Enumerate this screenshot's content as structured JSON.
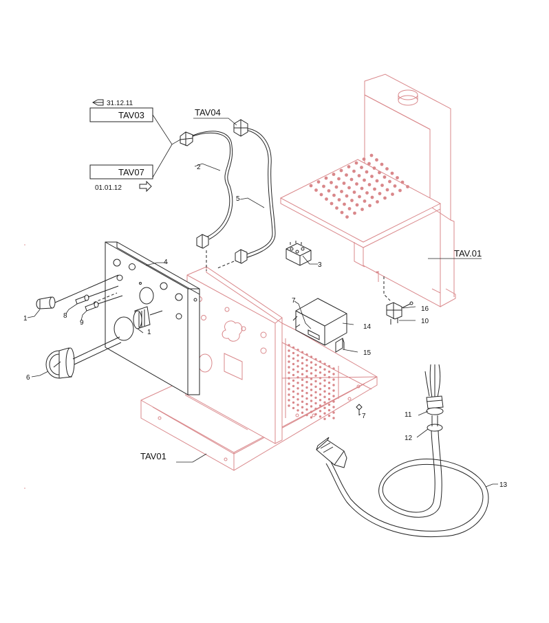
{
  "references": {
    "tav03": "TAV03",
    "tav07": "TAV07",
    "tav04": "TAV04",
    "tav01_frame": "TAV01",
    "tav01_panel": "TAV.01"
  },
  "dates": {
    "before": "31.12.11",
    "after": "01.01.12"
  },
  "parts": {
    "p1a": "1",
    "p1b": "1",
    "p2": "2",
    "p3": "3",
    "p4": "4",
    "p5": "5",
    "p6": "6",
    "p7a": "7",
    "p7b": "7",
    "p8": "8",
    "p9": "9",
    "p10": "10",
    "p11": "11",
    "p12": "12",
    "p13": "13",
    "p14": "14",
    "p15": "15",
    "p16": "16"
  },
  "colors": {
    "highlight_outline": "#d9878a",
    "line_art": "#222222"
  }
}
